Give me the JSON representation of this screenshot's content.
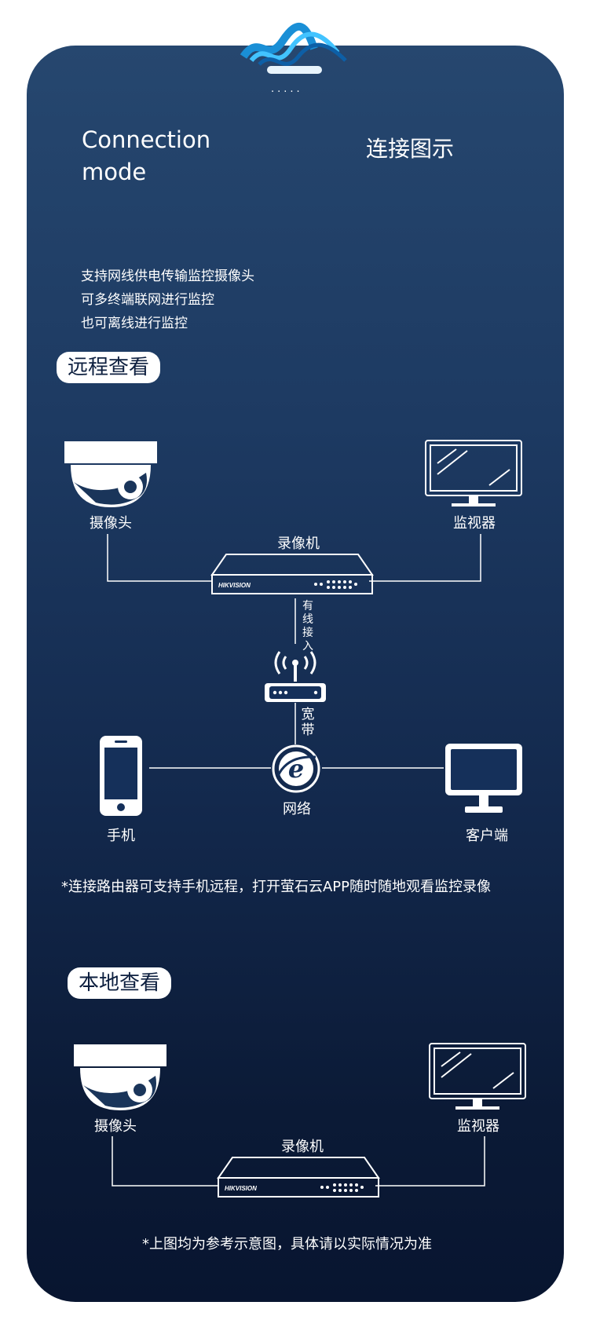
{
  "header": {
    "title_en": "Connection mode",
    "title_cn": "连接图示",
    "dots": "....."
  },
  "intro": {
    "lines": [
      "支持网线供电传输监控摄像头",
      "可多终端联网进行监控",
      "也可离线进行监控"
    ]
  },
  "remote": {
    "heading": "远程查看",
    "camera_label": "摄像头",
    "monitor_label": "监视器",
    "recorder_label": "录像机",
    "wired_label": "有线接入",
    "broadband_label": "宽带",
    "network_label": "网络",
    "phone_label": "手机",
    "client_label": "客户端",
    "note": "*连接路由器可支持手机远程，打开萤石云APP随时随地观看监控录像"
  },
  "local": {
    "heading": "本地查看",
    "camera_label": "摄像头",
    "monitor_label": "监视器",
    "recorder_label": "录像机",
    "note": "*上图均为参考示意图，具体请以实际情况为准"
  },
  "device_brand": "HIKVISION",
  "colors": {
    "bg_top": "#26476f",
    "bg_bottom": "#081530",
    "line": "#ffffff"
  }
}
